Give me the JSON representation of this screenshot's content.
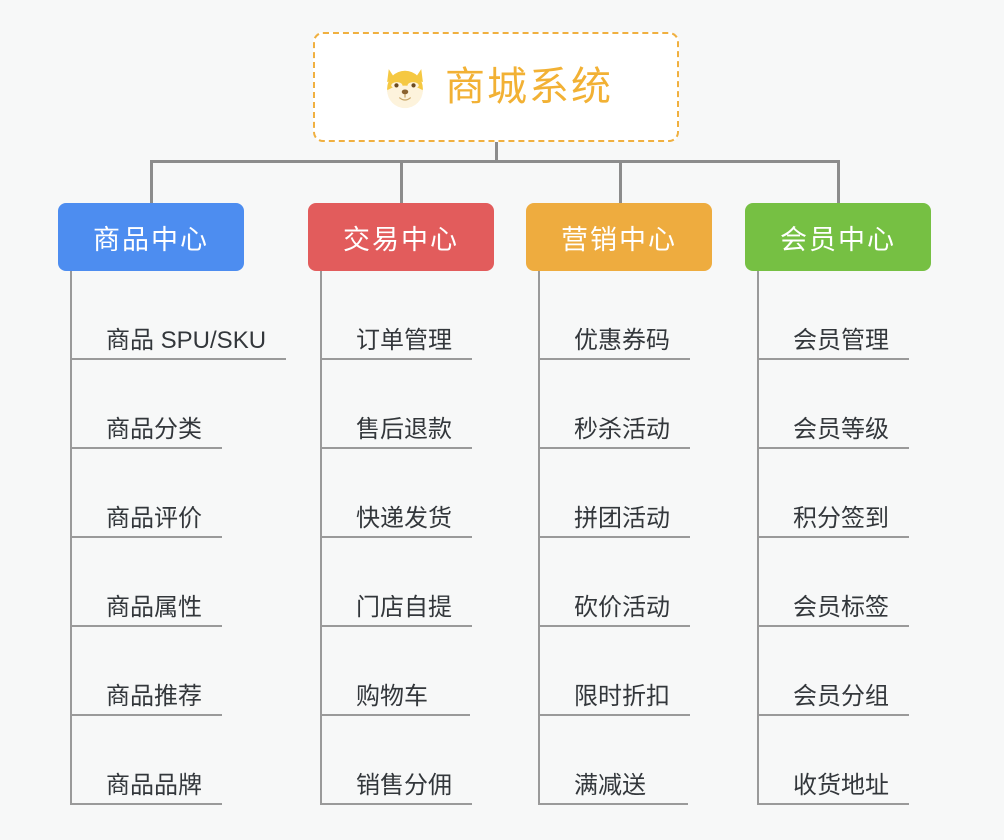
{
  "page": {
    "background_color": "#f7f8f8",
    "connector_color": "#8c8c8c",
    "leaf_line_color": "#9a9a9a",
    "leaf_text_color": "#33373b"
  },
  "root": {
    "title": "商城系统",
    "icon": "shiba-dog-face-icon",
    "text_color": "#f2b134",
    "border_color": "#f0b040",
    "background_color": "#ffffff"
  },
  "categories": [
    {
      "label": "商品中心",
      "color": "#4d8df0",
      "width": 186,
      "items": [
        {
          "label": "商品 SPU/SKU"
        },
        {
          "label": "商品分类"
        },
        {
          "label": "商品评价"
        },
        {
          "label": "商品属性"
        },
        {
          "label": "商品推荐"
        },
        {
          "label": "商品品牌"
        }
      ]
    },
    {
      "label": "交易中心",
      "color": "#e25c5c",
      "width": 186,
      "items": [
        {
          "label": "订单管理"
        },
        {
          "label": "售后退款"
        },
        {
          "label": "快递发货"
        },
        {
          "label": "门店自提"
        },
        {
          "label": "购物车"
        },
        {
          "label": "销售分佣"
        }
      ]
    },
    {
      "label": "营销中心",
      "color": "#eeac3f",
      "width": 186,
      "items": [
        {
          "label": "优惠券码"
        },
        {
          "label": "秒杀活动"
        },
        {
          "label": "拼团活动"
        },
        {
          "label": "砍价活动"
        },
        {
          "label": "限时折扣"
        },
        {
          "label": "满减送"
        }
      ]
    },
    {
      "label": "会员中心",
      "color": "#76c043",
      "width": 186,
      "items": [
        {
          "label": "会员管理"
        },
        {
          "label": "会员等级"
        },
        {
          "label": "积分签到"
        },
        {
          "label": "会员标签"
        },
        {
          "label": "会员分组"
        },
        {
          "label": "收货地址"
        }
      ]
    }
  ]
}
